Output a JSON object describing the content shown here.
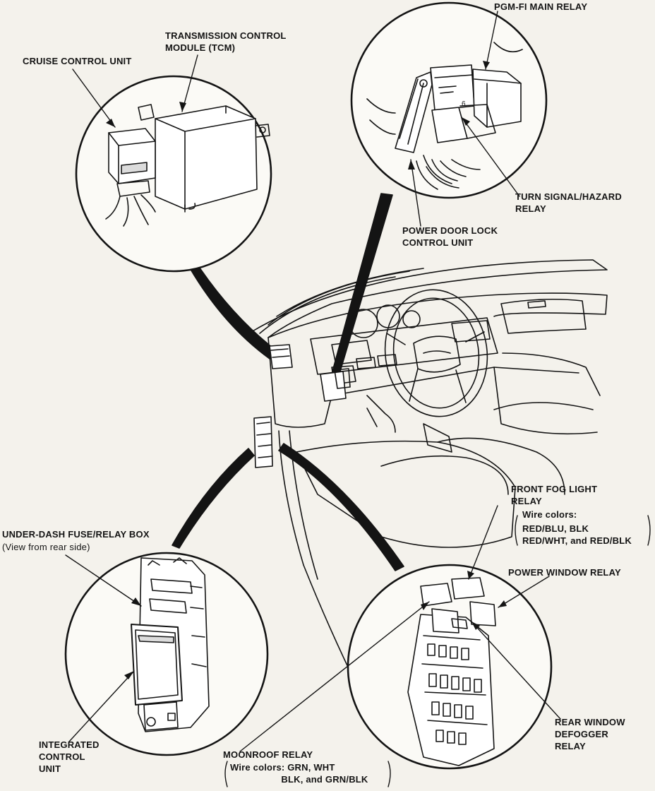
{
  "colors": {
    "background": "#f4f2ec",
    "ink": "#141414"
  },
  "labels": {
    "main_relay": "PGM-FI MAIN RELAY",
    "tcm": "TRANSMISSION CONTROL\nMODULE (TCM)",
    "cruise": "CRUISE CONTROL UNIT",
    "turn_signal": "TURN SIGNAL/HAZARD\nRELAY",
    "door_lock": "POWER DOOR LOCK\nCONTROL UNIT",
    "fog_light": "FRONT FOG LIGHT\nRELAY",
    "fog_wire_title": "Wire colors:",
    "fog_wire_colors": "RED/BLU, BLK\nRED/WHT, and RED/BLK",
    "power_window": "POWER WINDOW RELAY",
    "under_dash": "UNDER-DASH FUSE/RELAY BOX",
    "under_dash_sub": "(View from rear side)",
    "integrated": "INTEGRATED\nCONTROL\nUNIT",
    "rear_defogger": "REAR WINDOW\nDEFOGGER\nRELAY",
    "moonroof": "MOONROOF RELAY",
    "moonroof_wire": "Wire colors: GRN, WHT\n                   BLK, and GRN/BLK"
  }
}
